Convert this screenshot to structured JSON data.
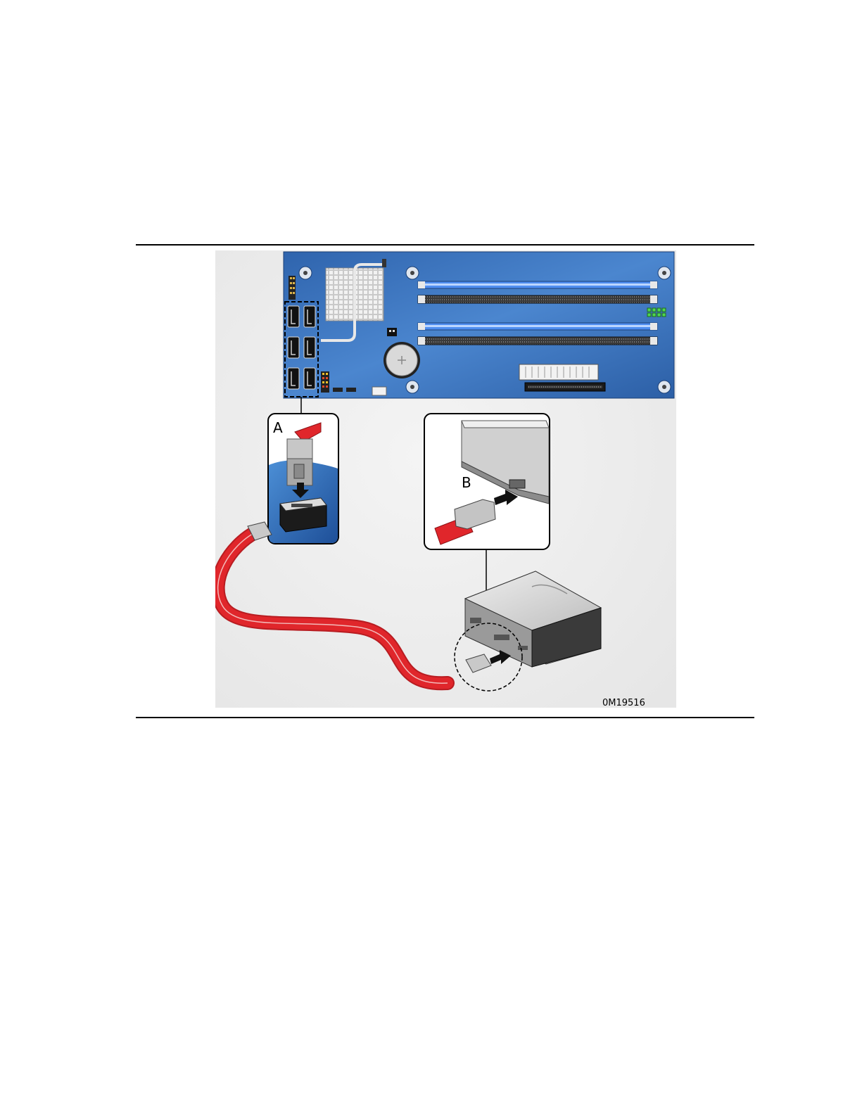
{
  "callouts": {
    "a": "A",
    "b": "B"
  },
  "figure_id": "0M19516",
  "colors": {
    "board": "#2f6bb3",
    "board_light": "#5a95d6",
    "cable": "#e0262b",
    "dimm_blue": "#7fb0ff",
    "dimm_black": "#2a2a2a"
  }
}
